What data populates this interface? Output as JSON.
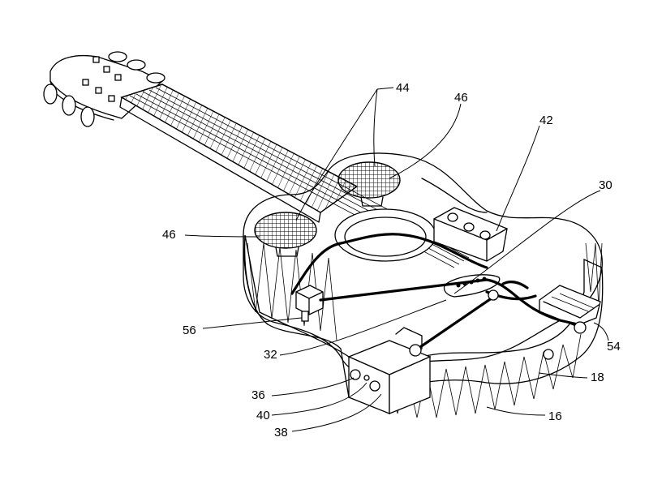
{
  "figure": {
    "reference_numerals": [
      "44",
      "46",
      "42",
      "30",
      "46",
      "56",
      "32",
      "36",
      "40",
      "38",
      "16",
      "18",
      "54"
    ]
  }
}
